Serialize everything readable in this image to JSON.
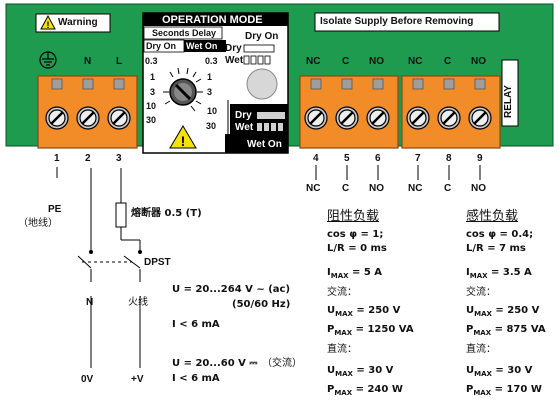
{
  "module": {
    "warning": "Warning",
    "op_mode_title": "OPERATION MODE",
    "seconds_delay": "Seconds Delay",
    "dry_on": "Dry On",
    "wet_on": "Wet On",
    "dry_on_right": "Dry On",
    "dry": "Dry",
    "wet": "Wet",
    "dry2": "Dry",
    "wet2": "Wet",
    "wet_on_bottom": "Wet On",
    "isolate": "Isolate Supply Before Removing",
    "relay": "RELAY",
    "dial_labels": [
      "0.3",
      "1",
      "3",
      "10",
      "30",
      "0.3",
      "1",
      "3",
      "10",
      "30"
    ],
    "term_labels_top": [
      "N",
      "L",
      "NC",
      "C",
      "NO",
      "NC",
      "C",
      "NO"
    ],
    "pins_top": [
      "1",
      "2",
      "3"
    ],
    "pins_bottom": [
      "4",
      "5",
      "6",
      "7",
      "8",
      "9"
    ],
    "relay_bottom_labels": [
      "NC",
      "C",
      "NO",
      "NC",
      "C",
      "NO"
    ],
    "colors": {
      "green": "#1e9b4f",
      "orange": "#f28c28",
      "yellow": "#f6e200"
    }
  },
  "wiring": {
    "pe": "PE",
    "pe_cn": "（地线）",
    "fuse": "熔断器 0.5 (T)",
    "dpst": "DPST",
    "n": "N",
    "live": "火线",
    "zero_v": "0V",
    "plus_v": "+V",
    "ac_line1": "U = 20...264 V ~ (ac)",
    "ac_line2": "(50/60 Hz)",
    "ac_current": "I < 6 mA",
    "dc_line1_a": "U = 20...60 V ⎓",
    "dc_line1_b": "（交流）",
    "dc_current": "I < 6 mA"
  },
  "specs": {
    "resistive": {
      "title": "阻性负载",
      "cos": "cos φ = 1;",
      "lr": "L/R = 0 ms",
      "imax_v": " = 5 A",
      "ac": "交流：",
      "umax_ac_v": " = 250 V",
      "pmax_ac_v": " = 1250 VA",
      "dc": "直流：",
      "umax_dc_v": " = 30 V",
      "pmax_dc_v": " = 240 W"
    },
    "inductive": {
      "title": "感性负载",
      "cos": "cos φ = 0.4;",
      "lr": "L/R = 7 ms",
      "imax_v": " = 3.5 A",
      "ac": "交流：",
      "umax_ac_v": " = 250 V",
      "pmax_ac_v": " = 875 VA",
      "dc": "直流：",
      "umax_dc_v": " = 30 V",
      "pmax_dc_v": " = 170 W"
    },
    "sym": {
      "i": "I",
      "u": "U",
      "p": "P",
      "max": "MAX"
    }
  }
}
